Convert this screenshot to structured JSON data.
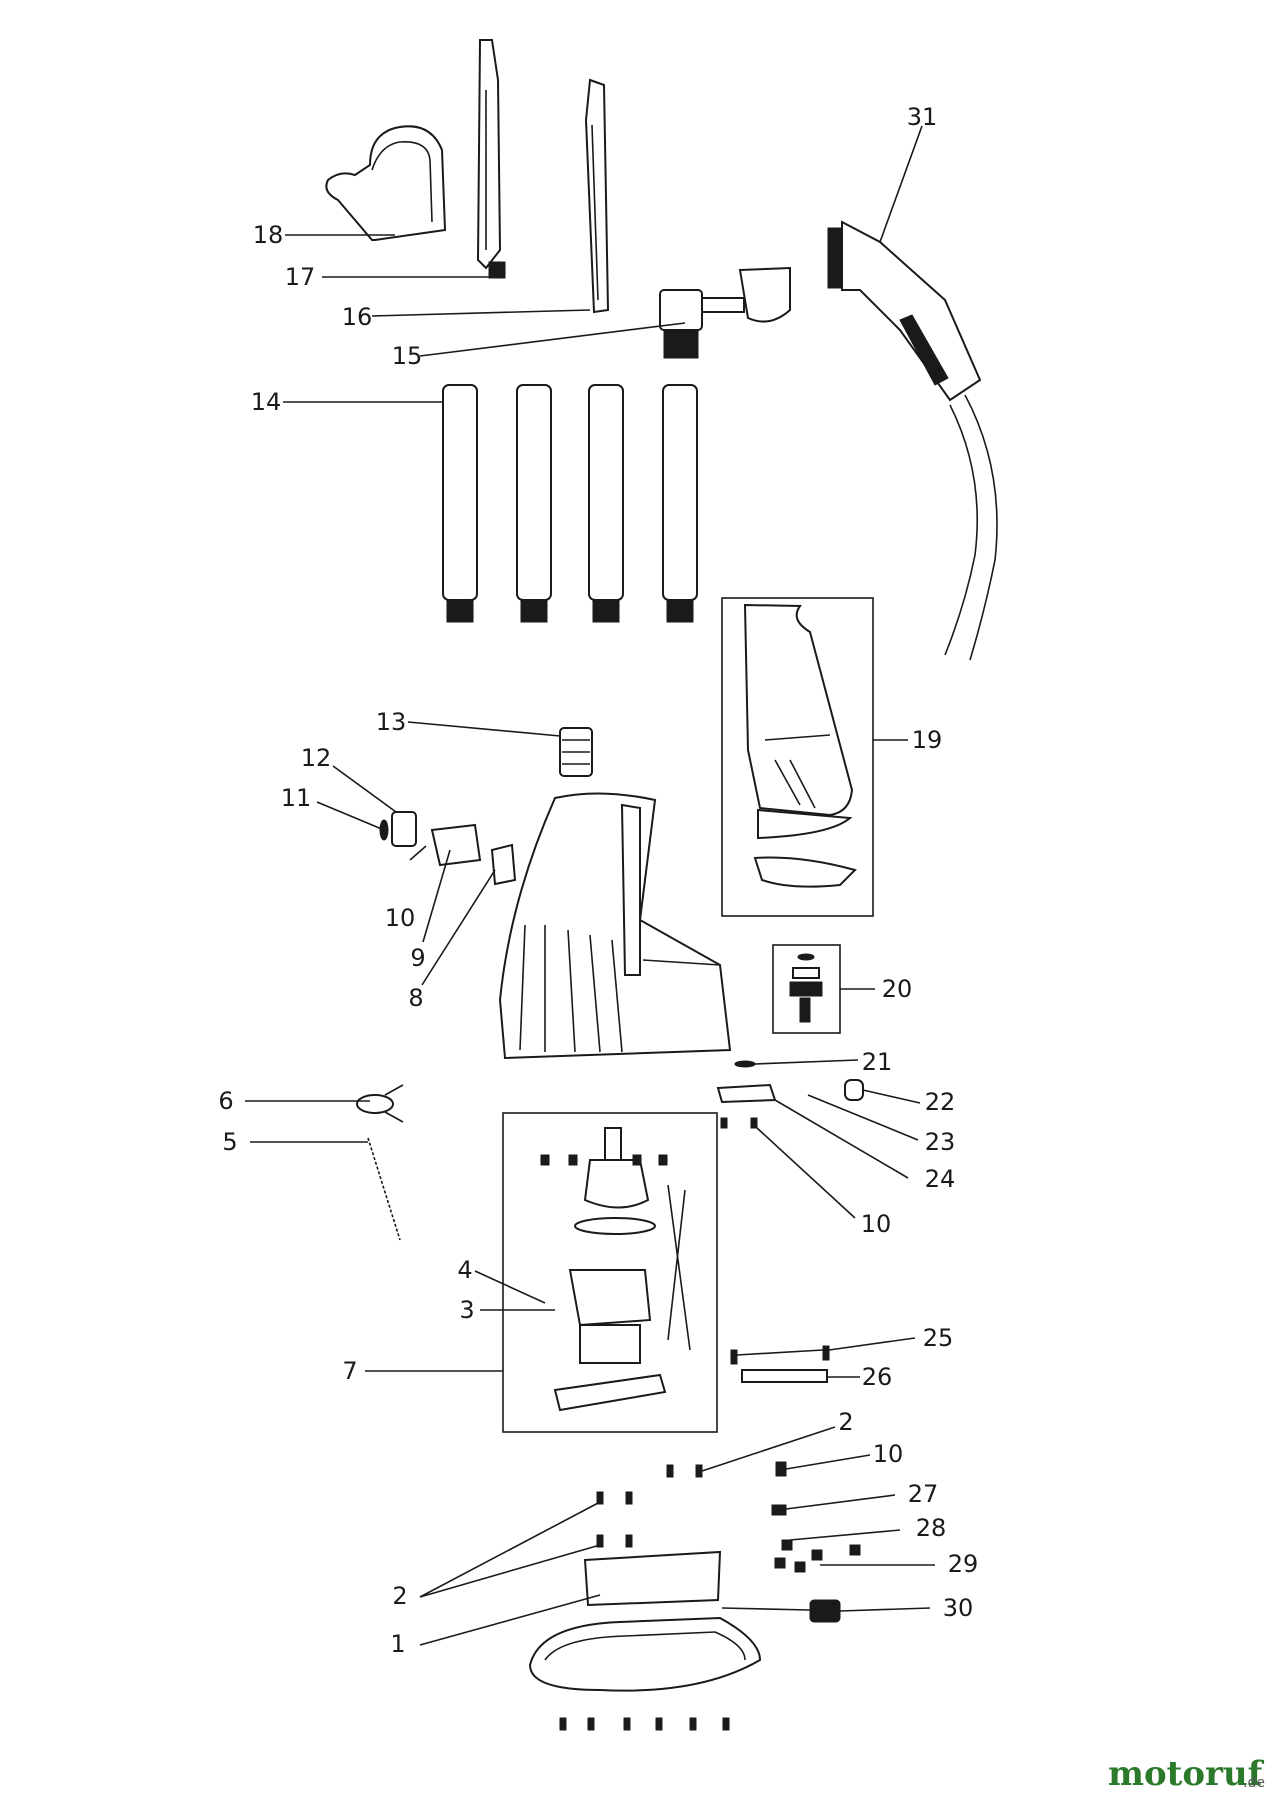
{
  "labels": {
    "l1": "1",
    "l2a": "2",
    "l2b": "2",
    "l3": "3",
    "l4": "4",
    "l5": "5",
    "l6": "6",
    "l7": "7",
    "l8": "8",
    "l9": "9",
    "l10a": "10",
    "l10b": "10",
    "l10c": "10",
    "l11": "11",
    "l12": "12",
    "l13": "13",
    "l14": "14",
    "l15": "15",
    "l16": "16",
    "l17": "17",
    "l18": "18",
    "l19": "19",
    "l20": "20",
    "l21": "21",
    "l22": "22",
    "l23": "23",
    "l24": "24",
    "l25": "25",
    "l26": "26",
    "l27": "27",
    "l28": "28",
    "l29": "29",
    "l30": "30",
    "l31": "31"
  },
  "watermark": {
    "brand": "motoruf",
    "tld": ".de"
  }
}
